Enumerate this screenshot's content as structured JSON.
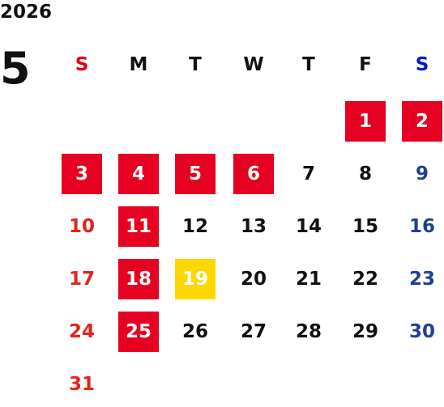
{
  "year": "2026",
  "month": "5",
  "colors": {
    "text": "#111111",
    "sunday_header": "#e60012",
    "saturday_header": "#0019cc",
    "sunday_date": "#e2241c",
    "saturday_date": "#1f3f94",
    "holiday_bg": "#e60021",
    "today_bg": "#ffd700",
    "on_fill_text": "#ffffff"
  },
  "weekdays": [
    "S",
    "M",
    "T",
    "W",
    "T",
    "F",
    "S"
  ],
  "days": [
    {
      "label": "1",
      "col": 5,
      "row": 0,
      "style": "holiday"
    },
    {
      "label": "2",
      "col": 6,
      "row": 0,
      "style": "holiday"
    },
    {
      "label": "3",
      "col": 0,
      "row": 1,
      "style": "holiday"
    },
    {
      "label": "4",
      "col": 1,
      "row": 1,
      "style": "holiday"
    },
    {
      "label": "5",
      "col": 2,
      "row": 1,
      "style": "holiday"
    },
    {
      "label": "6",
      "col": 3,
      "row": 1,
      "style": "holiday"
    },
    {
      "label": "7",
      "col": 4,
      "row": 1,
      "style": "normal"
    },
    {
      "label": "8",
      "col": 5,
      "row": 1,
      "style": "normal"
    },
    {
      "label": "9",
      "col": 6,
      "row": 1,
      "style": "saturday"
    },
    {
      "label": "10",
      "col": 0,
      "row": 2,
      "style": "sunday"
    },
    {
      "label": "11",
      "col": 1,
      "row": 2,
      "style": "holiday"
    },
    {
      "label": "12",
      "col": 2,
      "row": 2,
      "style": "normal"
    },
    {
      "label": "13",
      "col": 3,
      "row": 2,
      "style": "normal"
    },
    {
      "label": "14",
      "col": 4,
      "row": 2,
      "style": "normal"
    },
    {
      "label": "15",
      "col": 5,
      "row": 2,
      "style": "normal"
    },
    {
      "label": "16",
      "col": 6,
      "row": 2,
      "style": "saturday"
    },
    {
      "label": "17",
      "col": 0,
      "row": 3,
      "style": "sunday"
    },
    {
      "label": "18",
      "col": 1,
      "row": 3,
      "style": "holiday"
    },
    {
      "label": "19",
      "col": 2,
      "row": 3,
      "style": "today"
    },
    {
      "label": "20",
      "col": 3,
      "row": 3,
      "style": "normal"
    },
    {
      "label": "21",
      "col": 4,
      "row": 3,
      "style": "normal"
    },
    {
      "label": "22",
      "col": 5,
      "row": 3,
      "style": "normal"
    },
    {
      "label": "23",
      "col": 6,
      "row": 3,
      "style": "saturday"
    },
    {
      "label": "24",
      "col": 0,
      "row": 4,
      "style": "sunday"
    },
    {
      "label": "25",
      "col": 1,
      "row": 4,
      "style": "holiday"
    },
    {
      "label": "26",
      "col": 2,
      "row": 4,
      "style": "normal"
    },
    {
      "label": "27",
      "col": 3,
      "row": 4,
      "style": "normal"
    },
    {
      "label": "28",
      "col": 4,
      "row": 4,
      "style": "normal"
    },
    {
      "label": "29",
      "col": 5,
      "row": 4,
      "style": "normal"
    },
    {
      "label": "30",
      "col": 6,
      "row": 4,
      "style": "saturday"
    },
    {
      "label": "31",
      "col": 0,
      "row": 5,
      "style": "sunday"
    }
  ]
}
